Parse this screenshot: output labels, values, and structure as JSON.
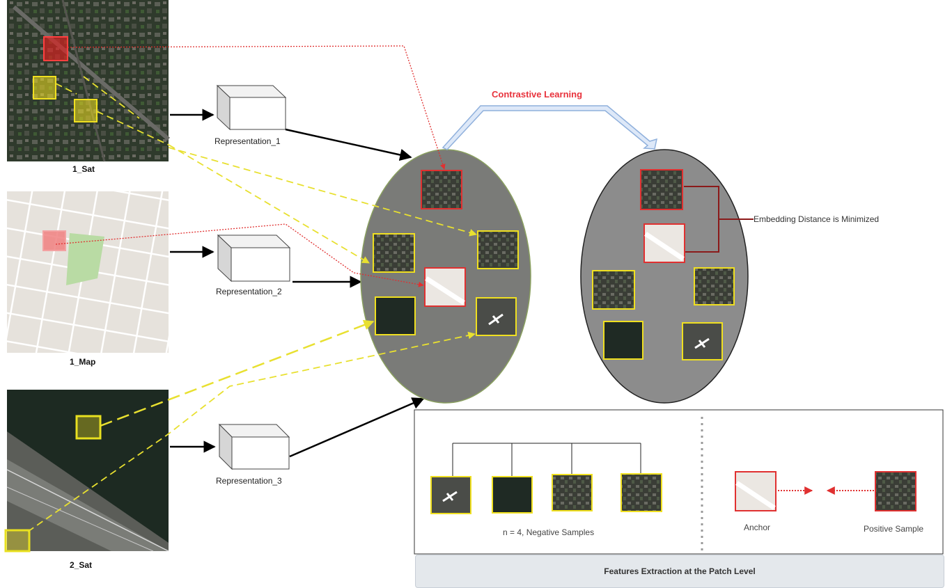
{
  "images": {
    "sat1": {
      "label": "1_Sat"
    },
    "map1": {
      "label": "1_Map"
    },
    "sat2": {
      "label": "2_Sat"
    }
  },
  "representations": [
    "Representation_1",
    "Representation_2",
    "Representation_3"
  ],
  "contrastive": {
    "title": "Contrastive Learning",
    "color": "#e8323c"
  },
  "embedding_note": "Embedding Distance is Minimized",
  "legend": {
    "negatives_caption": "n = 4, Negative Samples",
    "anchor_label": "Anchor",
    "positive_label": "Positive Sample"
  },
  "footer": "Features Extraction at the Patch Level",
  "colors": {
    "anchor_border": "#e03030",
    "negative_border": "#f0e020",
    "ellipse_fill": "#7a7b78",
    "ellipse2_fill": "#8c8c8c",
    "arrow_fill": "#dde8f8",
    "arrow_stroke": "#8fb0dc"
  }
}
